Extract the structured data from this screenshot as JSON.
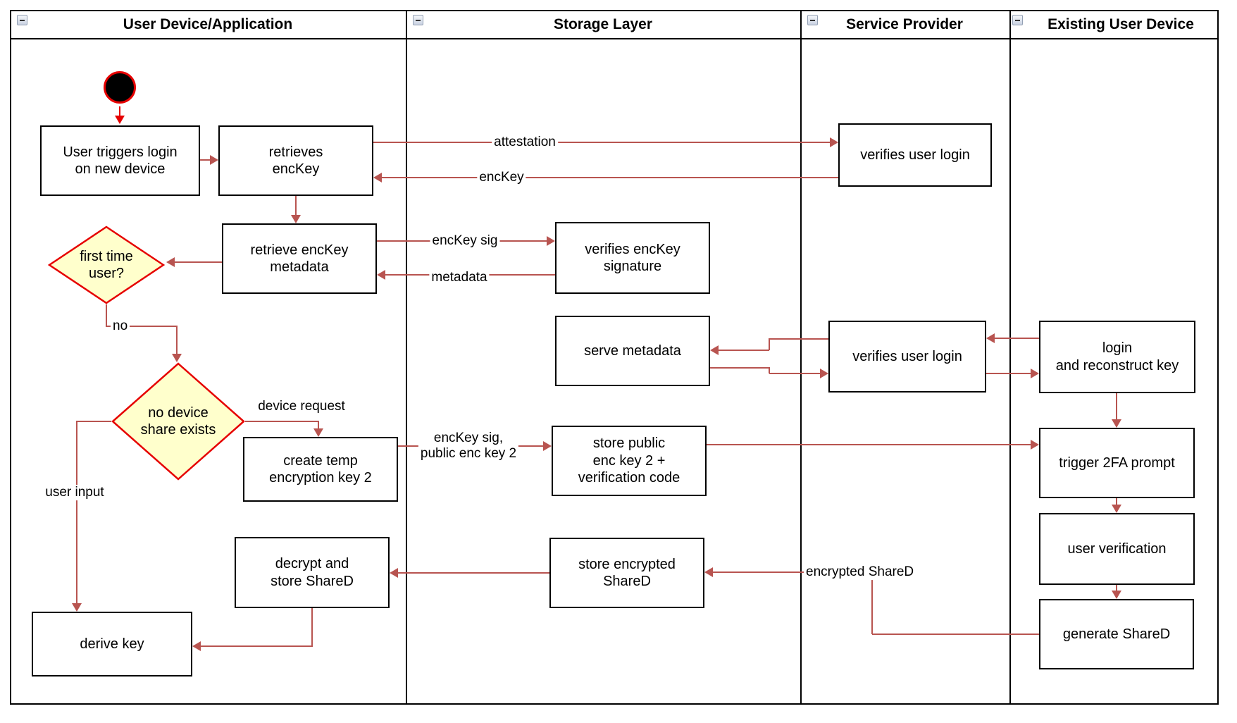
{
  "lanes": [
    {
      "title": "User Device/Application"
    },
    {
      "title": "Storage Layer"
    },
    {
      "title": "Service Provider"
    },
    {
      "title": "Existing User Device"
    }
  ],
  "nodes": {
    "user_triggers_login": "User triggers login\non new device",
    "retrieves_enckey": "retrieves\nencKey",
    "retrieve_enckey_metadata": "retrieve encKey\nmetadata",
    "first_time_user": "first time\nuser?",
    "no_device_share_exists": "no device\nshare exists",
    "create_temp_key2": "create temp\nencryption key 2",
    "decrypt_store_shared": "decrypt and\nstore ShareD",
    "derive_key": "derive key",
    "verifies_enckey_signature": "verifies encKey\nsignature",
    "serve_metadata": "serve metadata",
    "store_public_key2": "store public\nenc key 2 +\nverification code",
    "store_encrypted_shared": "store encrypted\nShareD",
    "verifies_user_login_top": "verifies user login",
    "verifies_user_login_mid": "verifies user login",
    "login_reconstruct_key": "login\nand reconstruct key",
    "trigger_2fa": "trigger 2FA prompt",
    "user_verification": "user verification",
    "generate_shared": "generate ShareD"
  },
  "edge_labels": {
    "attestation": "attestation",
    "enckey": "encKey",
    "enckey_sig": "encKey sig",
    "metadata": "metadata",
    "no": "no",
    "device_request": "device request",
    "enckey_sig_public": "encKey sig,\npublic enc key 2",
    "user_input": "user input",
    "encrypted_shared": "encrypted ShareD"
  },
  "colors": {
    "connector": "#B85450",
    "highlight_red": "#E60000",
    "decision_fill": "#FFFFCC",
    "decision_border": "#E60000",
    "node_fill": "#FFFFFF",
    "node_border": "#000000"
  }
}
